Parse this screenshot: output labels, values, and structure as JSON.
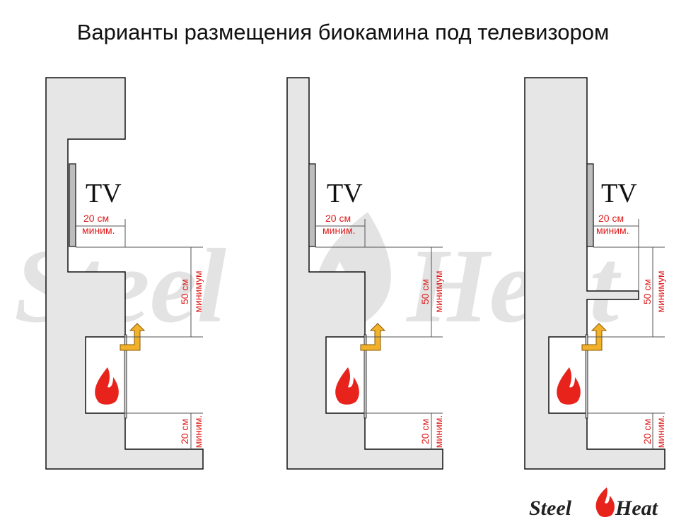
{
  "title": "Варианты размещения биокамина под телевизором",
  "tv_label": "TV",
  "dims": {
    "side_value": "20 см",
    "side_note": "миним.",
    "gap_value": "50 см",
    "gap_note": "минимум",
    "floor_value": "20 см",
    "floor_note": "миним."
  },
  "watermark": {
    "left": "Steel",
    "right": "Heat"
  },
  "logo": {
    "left": "Steel",
    "right": "Heat"
  },
  "colors": {
    "wall": "#e6e6e6",
    "outline": "#111111",
    "dimension": "#e01b1b",
    "arrow": "#f2b12a",
    "flame": "#e8231c",
    "watermark": "#e3e3e3"
  },
  "variants": [
    {
      "name": "variant-1",
      "wall": "niche-above-and-below"
    },
    {
      "name": "variant-2",
      "wall": "flat-wall"
    },
    {
      "name": "variant-3",
      "wall": "shelf-above"
    }
  ]
}
